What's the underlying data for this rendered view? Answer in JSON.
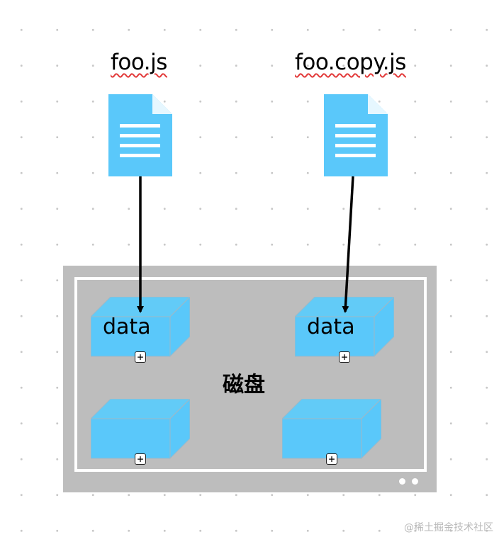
{
  "files": [
    {
      "name": "foo.js"
    },
    {
      "name": "foo.copy.js"
    }
  ],
  "disk": {
    "label": "磁盘",
    "blocks": [
      {
        "label": "data"
      },
      {
        "label": "data"
      },
      {
        "label": ""
      },
      {
        "label": ""
      }
    ],
    "expand_symbol": "+"
  },
  "watermark": "@稀土掘金技术社区",
  "colors": {
    "file_fill": "#5ac8fa",
    "block_fill": "#5ac8fa",
    "disk_fill": "#bdbdbd",
    "arrow": "#000000",
    "spellcheck_underline": "#e23a3a"
  },
  "icons": [
    "document-icon",
    "storage-block-icon",
    "expand-icon"
  ]
}
